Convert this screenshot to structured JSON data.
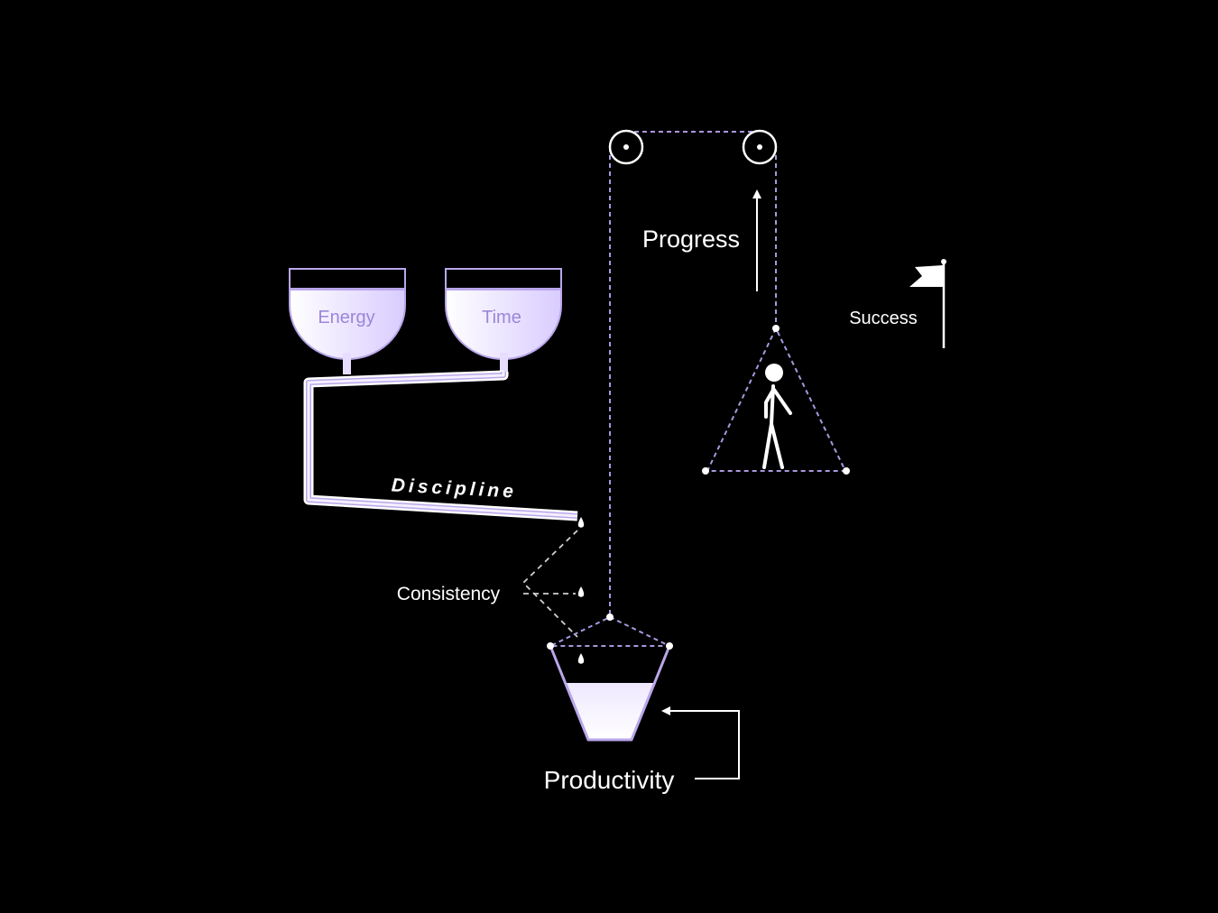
{
  "labels": {
    "energy": "Energy",
    "time": "Time",
    "discipline": "Discipline",
    "consistency": "Consistency",
    "productivity": "Productivity",
    "progress": "Progress",
    "success": "Success"
  },
  "colors": {
    "background": "#000000",
    "accent": "#b9a6ea",
    "accent_light": "#e9e1ff",
    "accent_text": "#9b86d9",
    "line": "#ffffff",
    "dashed": "#a997de"
  }
}
